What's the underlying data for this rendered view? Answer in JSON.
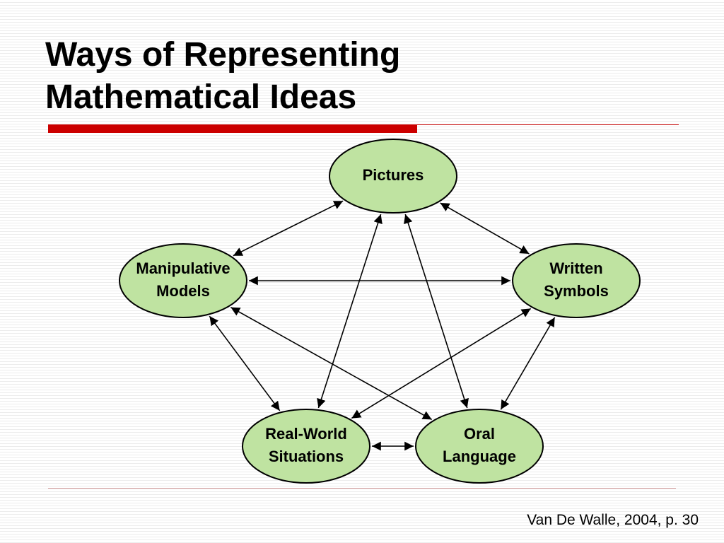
{
  "slide": {
    "title_line1": "Ways of Representing",
    "title_line2": "Mathematical Ideas",
    "citation": "Van De Walle, 2004, p. 30"
  },
  "diagram": {
    "node_fill": "#bfe3a1",
    "node_stroke": "#000000",
    "edge_color": "#000000",
    "nodes": [
      {
        "id": "pictures",
        "lines": [
          "Pictures"
        ]
      },
      {
        "id": "manipulative-models",
        "lines": [
          "Manipulative",
          "Models"
        ]
      },
      {
        "id": "written-symbols",
        "lines": [
          "Written",
          "Symbols"
        ]
      },
      {
        "id": "real-world-situations",
        "lines": [
          "Real-World",
          "Situations"
        ]
      },
      {
        "id": "oral-language",
        "lines": [
          "Oral",
          "Language"
        ]
      }
    ],
    "edges": [
      {
        "from": "pictures",
        "to": "manipulative-models",
        "bidirectional": true
      },
      {
        "from": "pictures",
        "to": "written-symbols",
        "bidirectional": true
      },
      {
        "from": "pictures",
        "to": "real-world-situations",
        "bidirectional": true
      },
      {
        "from": "pictures",
        "to": "oral-language",
        "bidirectional": true
      },
      {
        "from": "manipulative-models",
        "to": "written-symbols",
        "bidirectional": true
      },
      {
        "from": "manipulative-models",
        "to": "real-world-situations",
        "bidirectional": true
      },
      {
        "from": "manipulative-models",
        "to": "oral-language",
        "bidirectional": true
      },
      {
        "from": "written-symbols",
        "to": "real-world-situations",
        "bidirectional": true
      },
      {
        "from": "written-symbols",
        "to": "oral-language",
        "bidirectional": true
      },
      {
        "from": "real-world-situations",
        "to": "oral-language",
        "bidirectional": true
      }
    ]
  }
}
